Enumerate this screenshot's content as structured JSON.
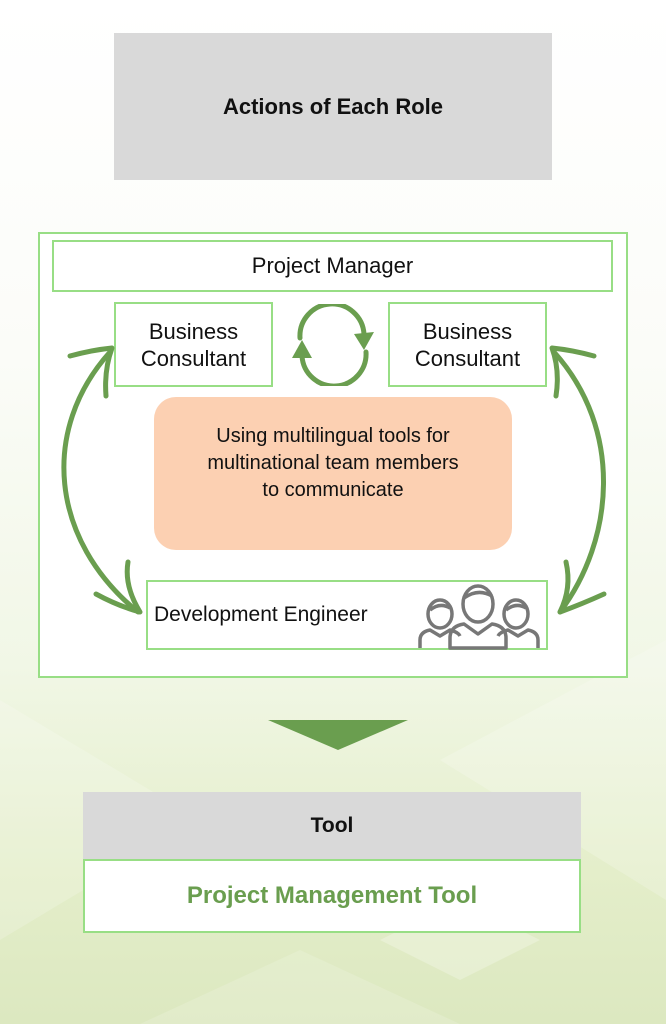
{
  "header": {
    "title": "Actions of Each Role"
  },
  "roles": {
    "project_manager": "Project Manager",
    "business_consultant_left": [
      "Business",
      "Consultant"
    ],
    "business_consultant_right": [
      "Business",
      "Consultant"
    ],
    "development_engineer": "Development Engineer"
  },
  "center_note": {
    "lines": [
      "Using multilingual tools for",
      "multinational team members",
      "to communicate"
    ]
  },
  "icons": {
    "cycle": "refresh-cycle-icon",
    "team": "team-people-icon",
    "flow": "down-triangle-arrow-icon"
  },
  "tool": {
    "header": "Tool",
    "value": "Project Management Tool"
  },
  "colors": {
    "accent_green": "#6a9e4f",
    "border_green": "#98de85",
    "note_fill": "#fcd0b2",
    "header_gray": "#d9d9d9",
    "icon_gray": "#777777"
  }
}
